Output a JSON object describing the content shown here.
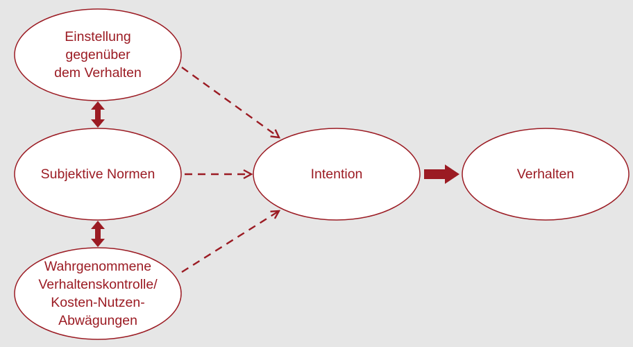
{
  "colors": {
    "accent": "#9b1b23",
    "background": "#e6e6e6",
    "node_fill": "#ffffff"
  },
  "nodes": {
    "einstellung": "Einstellung\ngegenüber\ndem Verhalten",
    "normen": "Subjektive Normen",
    "kontrolle": "Wahrgenommene\nVerhaltenskontrolle/\nKosten-Nutzen-\nAbwägungen",
    "intention": "Intention",
    "verhalten": "Verhalten"
  },
  "edges": [
    {
      "from": "einstellung",
      "to": "intention",
      "style": "dashed-arrow"
    },
    {
      "from": "normen",
      "to": "intention",
      "style": "dashed-arrow"
    },
    {
      "from": "kontrolle",
      "to": "intention",
      "style": "dashed-arrow"
    },
    {
      "from": "intention",
      "to": "verhalten",
      "style": "solid-block-arrow"
    },
    {
      "from": "einstellung",
      "to": "normen",
      "style": "double-block-arrow"
    },
    {
      "from": "normen",
      "to": "kontrolle",
      "style": "double-block-arrow"
    }
  ]
}
